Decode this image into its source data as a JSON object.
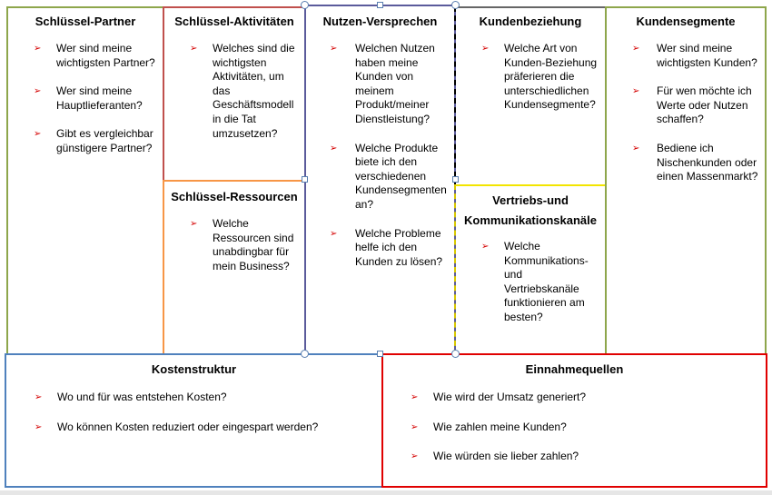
{
  "canvas": {
    "partner": {
      "title": "Schlüssel-Partner",
      "items": [
        "Wer sind meine wichtigsten Partner?",
        "Wer sind meine Hauptlieferanten?",
        "Gibt es vergleichbar günstigere Partner?"
      ],
      "color": "#7f9a3a"
    },
    "activities": {
      "title": "Schlüssel-Aktivitäten",
      "items": [
        "Welches sind die wichtigsten Aktivitäten, um das Geschäftsmodell in die Tat umzusetzen?"
      ],
      "color": "#c0392b"
    },
    "resources": {
      "title": "Schlüssel-Ressourcen",
      "items": [
        "Welche Ressourcen sind unabdingbar für mein Business?"
      ],
      "color": "#f08c28"
    },
    "value": {
      "title": "Nutzen-Versprechen",
      "items": [
        "Welchen Nutzen haben meine Kunden von meinem Produkt/meiner Dienstleistung?",
        "Welche Produkte biete ich den verschiedenen Kundensegmenten an?",
        "Welche Probleme helfe ich den Kunden zu lösen?"
      ],
      "color": "#4a4a8a"
    },
    "relationship": {
      "title": "Kundenbeziehung",
      "items": [
        "Welche Art von Kunden-Beziehung präferieren die unterschiedlichen Kundensegmente?"
      ],
      "color": "#000000"
    },
    "channels": {
      "title": "Vertriebs-und Kommunikationskanäle",
      "items": [
        "Welche Kommunikations- und Vertriebskanäle funktionieren am besten?"
      ],
      "color": "#e6d800"
    },
    "segments": {
      "title": "Kundensegmente",
      "items": [
        "Wer sind meine wichtigsten Kunden?",
        "Für wen möchte ich Werte oder Nutzen schaffen?",
        "Bediene ich Nischenkunden oder einen Massenmarkt?"
      ],
      "color": "#7f9a3a"
    },
    "costs": {
      "title": "Kostenstruktur",
      "items": [
        "Wo und für was entstehen Kosten?",
        "Wo können Kosten reduziert oder eingespart werden?"
      ],
      "color": "#3a78c0"
    },
    "revenue": {
      "title": "Einnahmequellen",
      "items": [
        "Wie wird der Umsatz generiert?",
        "Wie zahlen meine Kunden?",
        "Wie würden sie lieber zahlen?"
      ],
      "color": "#e00000"
    }
  },
  "bullet_glyph": "➢"
}
